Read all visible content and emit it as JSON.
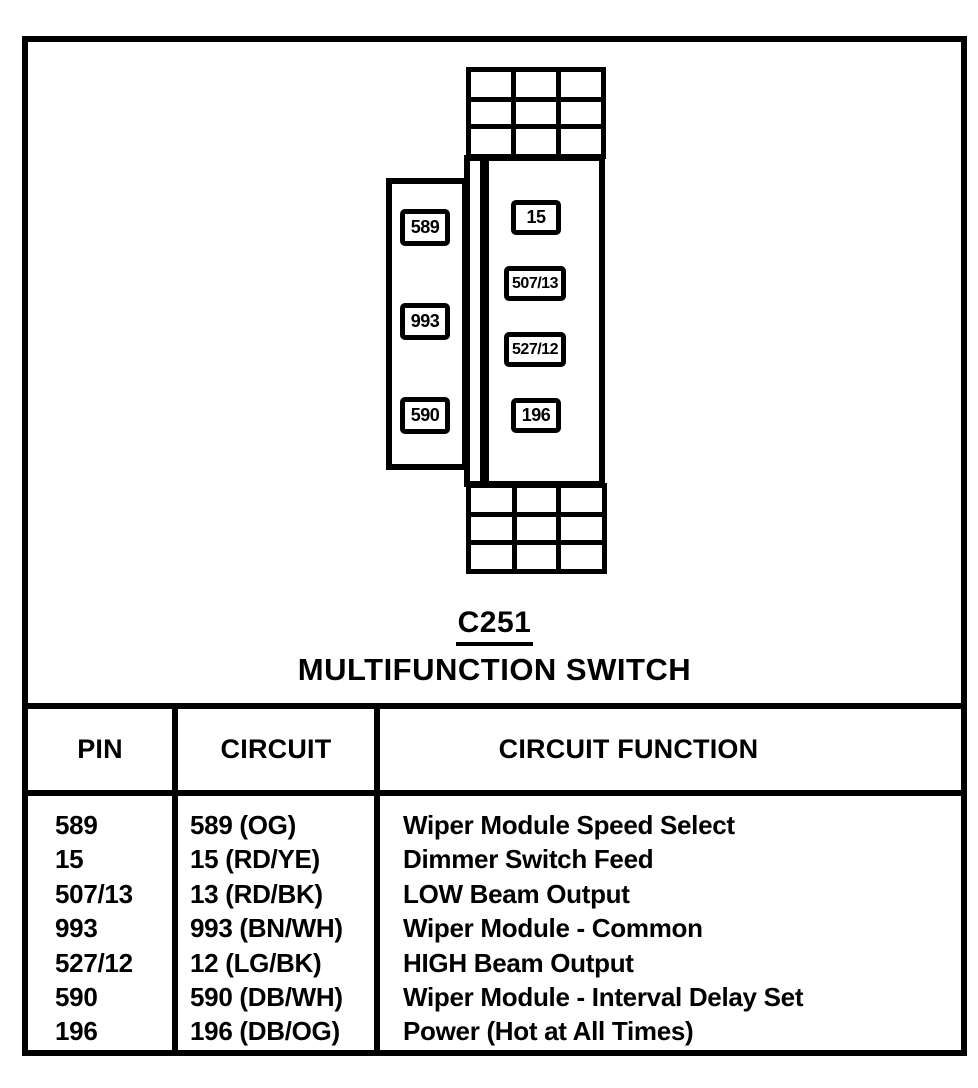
{
  "colors": {
    "ink": "#000000",
    "paper": "#ffffff"
  },
  "diagram": {
    "connector_id": "C251",
    "connector_name": "MULTIFUNCTION SWITCH",
    "left_pins": [
      "589",
      "993",
      "590"
    ],
    "right_pins": [
      "15",
      "507/13",
      "527/12",
      "196"
    ]
  },
  "table": {
    "headers": [
      "PIN",
      "CIRCUIT",
      "CIRCUIT FUNCTION"
    ],
    "rows": [
      {
        "pin": "589",
        "circuit": "589 (OG)",
        "function": "Wiper Module Speed Select"
      },
      {
        "pin": "15",
        "circuit": "15 (RD/YE)",
        "function": "Dimmer Switch Feed"
      },
      {
        "pin": "507/13",
        "circuit": "13 (RD/BK)",
        "function": "LOW Beam Output"
      },
      {
        "pin": "993",
        "circuit": "993 (BN/WH)",
        "function": "Wiper Module - Common"
      },
      {
        "pin": "527/12",
        "circuit": "12 (LG/BK)",
        "function": "HIGH Beam Output"
      },
      {
        "pin": "590",
        "circuit": "590 (DB/WH)",
        "function": "Wiper Module - Interval Delay Set"
      },
      {
        "pin": "196",
        "circuit": "196 (DB/OG)",
        "function": "Power (Hot at All Times)"
      }
    ]
  }
}
